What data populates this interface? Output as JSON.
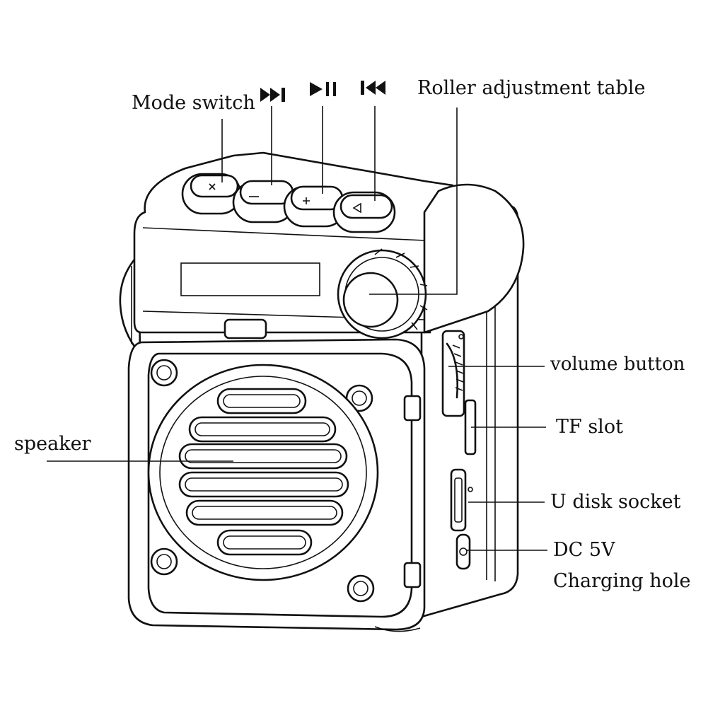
{
  "labels": {
    "mode_switch": "Mode switch",
    "roller": "Roller adjustment table",
    "volume": "volume button",
    "tf_slot": "TF slot",
    "usb": "U disk socket",
    "dc_line1": "DC 5V",
    "dc_line2": "Charging hole",
    "speaker": "speaker"
  },
  "symbols": [
    "next-track",
    "play-pause",
    "previous-track"
  ],
  "colors": {
    "line": "#111111",
    "background": "#ffffff"
  }
}
